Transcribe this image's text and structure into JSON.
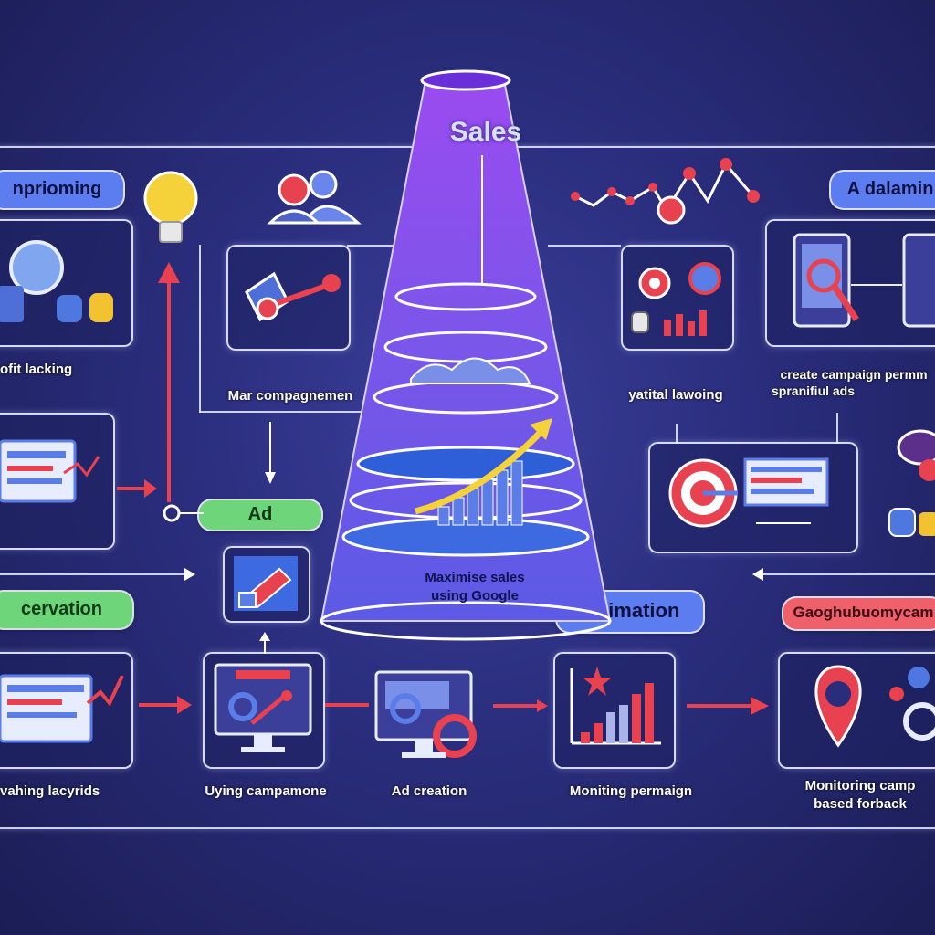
{
  "funnel": {
    "top_label": "Sales",
    "bottom_label_line1": "Maximise sales",
    "bottom_label_line2": "using Google"
  },
  "pills": {
    "top_left": "nprioming",
    "top_right": "A dalamin",
    "ad": "Ad",
    "left_mid": "cervation",
    "optimation": "Opimation",
    "right_mid": "Gaoghubuomycam"
  },
  "captions": {
    "row1_left": "ofit lacking",
    "row1_mid": "Mar compagnemen",
    "row1_right_a": "yatital lawoing",
    "row1_right_b_line1": "create campaign permm",
    "row1_right_b_line2": "spranifiul ads",
    "bottom_1": "vahing lacyrids",
    "bottom_2": "Uying campamone",
    "bottom_3": "Ad creation",
    "bottom_4": "Moniting permaign",
    "bottom_5_line1": "Monitoring camp",
    "bottom_5_line2": "based forback"
  },
  "colors": {
    "accent_red": "#e8414f",
    "accent_blue": "#4f7df0",
    "accent_green": "#6fd57a",
    "funnel_purple": "#7b4fe6"
  }
}
